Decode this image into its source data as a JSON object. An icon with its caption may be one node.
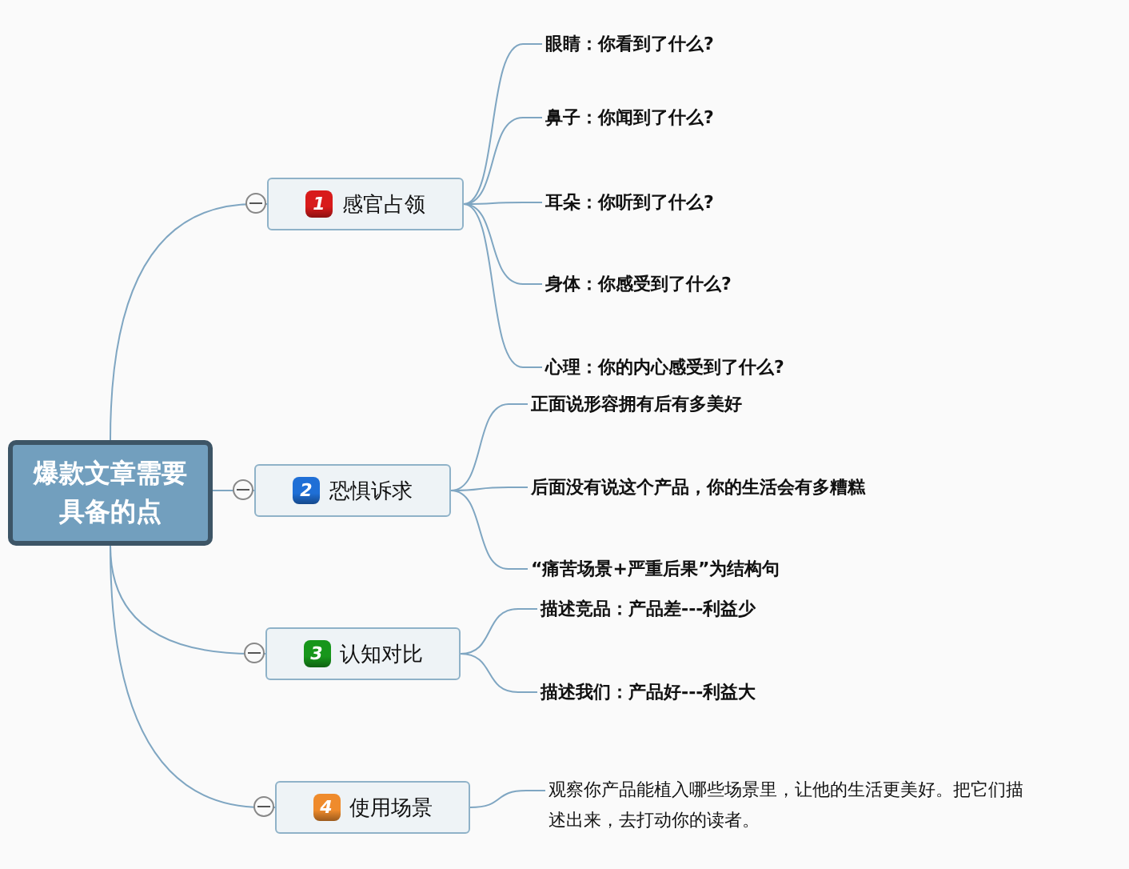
{
  "diagram": {
    "nodes": [
      {
        "text": [
          "爆款文章需要具备的点"
        ]
      },
      {
        "text": [
          "1",
          "感官占领"
        ]
      },
      {
        "text": [
          "眼睛：你看到了什么?"
        ]
      },
      {
        "text": [
          "鼻子：你闻到了什么?"
        ]
      },
      {
        "text": [
          "耳朵：你听到了什么?"
        ]
      },
      {
        "text": [
          "身体：你感受到了什么?"
        ]
      },
      {
        "text": [
          "心理：你的内心感受到了什么?"
        ]
      },
      {
        "text": [
          "2",
          "恐惧诉求"
        ]
      },
      {
        "text": [
          "正面说形容拥有后有多美好"
        ]
      },
      {
        "text": [
          "后面没有说这个产品，你的生活会有多糟糕"
        ]
      },
      {
        "text": [
          "“痛苦场景+严重后果”为结构句"
        ]
      },
      {
        "text": [
          "3",
          "认知对比"
        ]
      },
      {
        "text": [
          "描述竞品：产品差---利益少"
        ]
      },
      {
        "text": [
          "描述我们：产品好---利益大"
        ]
      },
      {
        "text": [
          "4",
          "使用场景"
        ]
      },
      {
        "text": [
          "观察你产品能植入哪些场景里，让他的生活更美好。把它们描述出来，去打动你的读者。"
        ]
      }
    ],
    "edges": [
      {
        "from": 0,
        "to": 1,
        "arrow": "none"
      },
      {
        "from": 1,
        "to": 2,
        "arrow": "none"
      },
      {
        "from": 1,
        "to": 3,
        "arrow": "none"
      },
      {
        "from": 1,
        "to": 4,
        "arrow": "none"
      },
      {
        "from": 1,
        "to": 5,
        "arrow": "none"
      },
      {
        "from": 1,
        "to": 6,
        "arrow": "none"
      },
      {
        "from": 0,
        "to": 7,
        "arrow": "none"
      },
      {
        "from": 7,
        "to": 8,
        "arrow": "none"
      },
      {
        "from": 7,
        "to": 9,
        "arrow": "none"
      },
      {
        "from": 7,
        "to": 10,
        "arrow": "none"
      },
      {
        "from": 0,
        "to": 11,
        "arrow": "none"
      },
      {
        "from": 11,
        "to": 12,
        "arrow": "none"
      },
      {
        "from": 11,
        "to": 13,
        "arrow": "none"
      },
      {
        "from": 0,
        "to": 14,
        "arrow": "none"
      },
      {
        "from": 14,
        "to": 15,
        "arrow": "none"
      }
    ]
  }
}
